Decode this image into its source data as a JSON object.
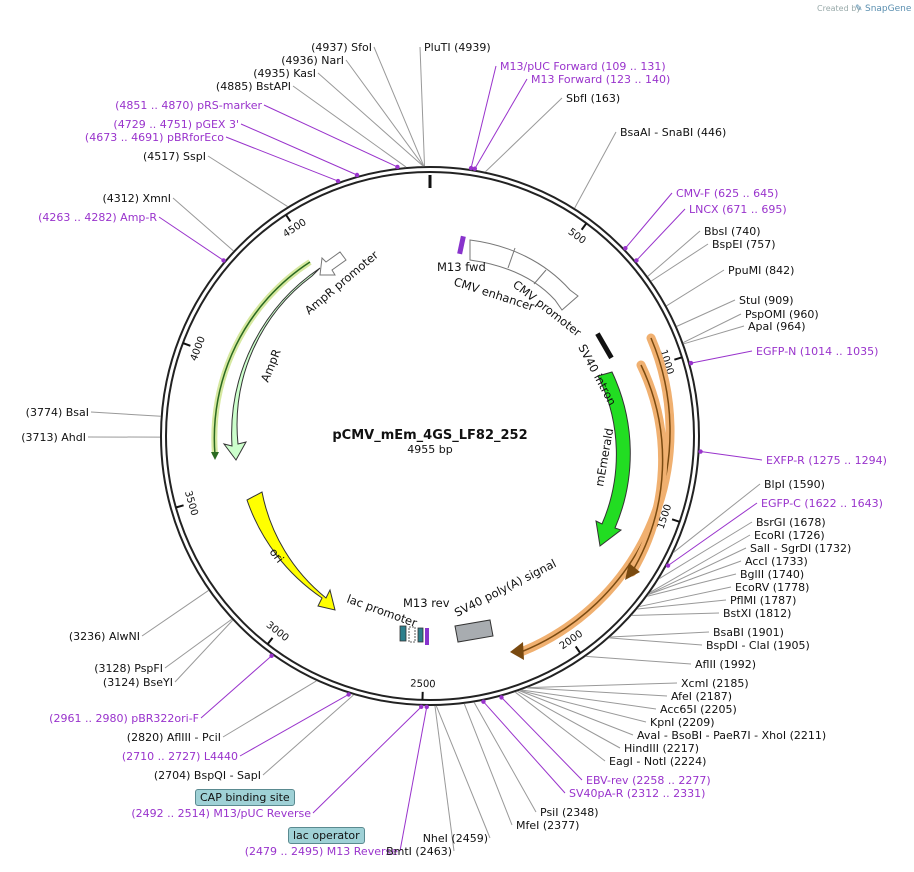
{
  "header": {
    "credit_prefix": "Created by",
    "credit_brand": "SnapGene"
  },
  "plasmid": {
    "name": "pCMV_mEm_4GS_LF82_252",
    "size_label": "4955 bp",
    "length": 4955
  },
  "colors": {
    "enzyme": "#111111",
    "primer": "#9933cc",
    "promoter": "#ffffff",
    "mEmerald": "#22dd22",
    "AmpR": "#ccffcc",
    "ori": "#ffff00",
    "polyA": "#a8acb0",
    "orange_outline": "#f0b070"
  },
  "ticks": [
    "500",
    "1000",
    "1500",
    "2000",
    "2500",
    "3000",
    "3500",
    "4000",
    "4500"
  ],
  "features": [
    {
      "label": "M13 fwd"
    },
    {
      "label": "CMV enhancer"
    },
    {
      "label": "CMV promoter"
    },
    {
      "label": "SV40 intron"
    },
    {
      "label": "mEmerald"
    },
    {
      "label": "SV40 poly(A) signal"
    },
    {
      "label": "M13 rev"
    },
    {
      "label": "lac promoter"
    },
    {
      "label": "ori"
    },
    {
      "label": "AmpR"
    },
    {
      "label": "AmpR promoter"
    }
  ],
  "boxed_labels": [
    {
      "label": "CAP binding site"
    },
    {
      "label": "lac operator"
    }
  ],
  "sites": [
    {
      "pos": 4937,
      "name": "SfoI",
      "type": "enzyme",
      "side": "left",
      "text": "(4937)  SfoI"
    },
    {
      "pos": 4939,
      "name": "PluTI",
      "type": "enzyme",
      "side": "right",
      "text": "PluTI   (4939)"
    },
    {
      "pos": 4936,
      "name": "NarI",
      "type": "enzyme",
      "side": "left",
      "text": "(4936)  NarI"
    },
    {
      "pos": 4935,
      "name": "KasI",
      "type": "enzyme",
      "side": "left",
      "text": "(4935)  KasI"
    },
    {
      "pos": 4885,
      "name": "BstAPI",
      "type": "enzyme",
      "side": "left",
      "text": "(4885)  BstAPI"
    },
    {
      "pos": 4860,
      "name": "pRS-marker",
      "type": "primer",
      "side": "left",
      "text": "(4851 .. 4870)  pRS-marker"
    },
    {
      "pos": 4740,
      "name": "pGEX 3'",
      "type": "primer",
      "side": "left",
      "text": "(4729 .. 4751)  pGEX 3'"
    },
    {
      "pos": 4682,
      "name": "pBRforEco",
      "type": "primer",
      "side": "left",
      "text": "(4673 .. 4691)  pBRforEco"
    },
    {
      "pos": 4517,
      "name": "SspI",
      "type": "enzyme",
      "side": "left",
      "text": "(4517)  SspI"
    },
    {
      "pos": 4312,
      "name": "XmnI",
      "type": "enzyme",
      "side": "left",
      "text": "(4312)  XmnI"
    },
    {
      "pos": 4272,
      "name": "Amp-R",
      "type": "primer",
      "side": "left",
      "text": "(4263 .. 4282)  Amp-R"
    },
    {
      "pos": 3774,
      "name": "BsaI",
      "type": "enzyme",
      "side": "left",
      "text": "(3774)  BsaI"
    },
    {
      "pos": 3713,
      "name": "AhdI",
      "type": "enzyme",
      "side": "left",
      "text": "(3713)  AhdI"
    },
    {
      "pos": 3236,
      "name": "AlwNI",
      "type": "enzyme",
      "side": "left",
      "text": "(3236)  AlwNI"
    },
    {
      "pos": 3128,
      "name": "PspFI",
      "type": "enzyme",
      "side": "left",
      "text": "(3128)  PspFI"
    },
    {
      "pos": 3124,
      "name": "BseYI",
      "type": "enzyme",
      "side": "left",
      "text": "(3124)  BseYI"
    },
    {
      "pos": 2970,
      "name": "pBR322ori-F",
      "type": "primer",
      "side": "left",
      "text": "(2961 .. 2980)  pBR322ori-F"
    },
    {
      "pos": 2820,
      "name": "AflIII - PciI",
      "type": "enzyme",
      "side": "left",
      "text": "(2820)  AflIII  -  PciI"
    },
    {
      "pos": 2718,
      "name": "L4440",
      "type": "primer",
      "side": "left",
      "text": "(2710 .. 2727)  L4440"
    },
    {
      "pos": 2704,
      "name": "BspQI - SapI",
      "type": "enzyme",
      "side": "left",
      "text": "(2704)  BspQI  -  SapI"
    },
    {
      "pos": 2503,
      "name": "M13/pUC Reverse",
      "type": "primer",
      "side": "left",
      "text": "(2492 .. 2514)  M13/pUC Reverse"
    },
    {
      "pos": 2487,
      "name": "M13 Reverse",
      "type": "primer",
      "side": "left",
      "text": "(2479 .. 2495)  M13 Reverse"
    },
    {
      "pos": 2463,
      "name": "BmtI",
      "type": "enzyme",
      "side": "left",
      "text": "BmtI  (2463)"
    },
    {
      "pos": 2459,
      "name": "NheI",
      "type": "enzyme",
      "side": "left",
      "text": "NheI  (2459)"
    },
    {
      "pos": 2377,
      "name": "MfeI",
      "type": "enzyme",
      "side": "right",
      "text": "MfeI  (2377)"
    },
    {
      "pos": 2348,
      "name": "PsiI",
      "type": "enzyme",
      "side": "right",
      "text": "PsiI   (2348)"
    },
    {
      "pos": 2321,
      "name": "SV40pA-R",
      "type": "primer",
      "side": "right",
      "text": "SV40pA-R   (2312 .. 2331)"
    },
    {
      "pos": 2267,
      "name": "EBV-rev",
      "type": "primer",
      "side": "right",
      "text": "EBV-rev   (2258 .. 2277)"
    },
    {
      "pos": 2224,
      "name": "EagI - NotI",
      "type": "enzyme",
      "side": "right",
      "text": "EagI  -  NotI   (2224)"
    },
    {
      "pos": 2217,
      "name": "HindIII",
      "type": "enzyme",
      "side": "right",
      "text": "HindIII   (2217)"
    },
    {
      "pos": 2211,
      "name": "AvaI - BsoBI - PaeR7I - XhoI",
      "type": "enzyme",
      "side": "right",
      "text": "AvaI  -  BsoBI  -  PaeR7I  -  XhoI   (2211)"
    },
    {
      "pos": 2209,
      "name": "KpnI",
      "type": "enzyme",
      "side": "right",
      "text": "KpnI   (2209)"
    },
    {
      "pos": 2205,
      "name": "Acc65I",
      "type": "enzyme",
      "side": "right",
      "text": "Acc65I   (2205)"
    },
    {
      "pos": 2187,
      "name": "AfeI",
      "type": "enzyme",
      "side": "right",
      "text": "AfeI   (2187)"
    },
    {
      "pos": 2185,
      "name": "XcmI",
      "type": "enzyme",
      "side": "right",
      "text": "XcmI   (2185)"
    },
    {
      "pos": 1992,
      "name": "AflII",
      "type": "enzyme",
      "side": "right",
      "text": "AflII   (1992)"
    },
    {
      "pos": 1905,
      "name": "BspDI - ClaI",
      "type": "enzyme",
      "side": "right",
      "text": "BspDI  -  ClaI   (1905)"
    },
    {
      "pos": 1901,
      "name": "BsaBI",
      "type": "enzyme",
      "side": "right",
      "text": "BsaBI   (1901)"
    },
    {
      "pos": 1812,
      "name": "BstXI",
      "type": "enzyme",
      "side": "right",
      "text": "BstXI   (1812)"
    },
    {
      "pos": 1787,
      "name": "PflMI",
      "type": "enzyme",
      "side": "right",
      "text": "PflMI   (1787)"
    },
    {
      "pos": 1778,
      "name": "EcoRV",
      "type": "enzyme",
      "side": "right",
      "text": "EcoRV   (1778)"
    },
    {
      "pos": 1740,
      "name": "BglII",
      "type": "enzyme",
      "side": "right",
      "text": "BglII   (1740)"
    },
    {
      "pos": 1733,
      "name": "AccI",
      "type": "enzyme",
      "side": "right",
      "text": "AccI   (1733)"
    },
    {
      "pos": 1732,
      "name": "SalI - SgrDI",
      "type": "enzyme",
      "side": "right",
      "text": "SalI  -  SgrDI   (1732)"
    },
    {
      "pos": 1726,
      "name": "EcoRI",
      "type": "enzyme",
      "side": "right",
      "text": "EcoRI   (1726)"
    },
    {
      "pos": 1678,
      "name": "BsrGI",
      "type": "enzyme",
      "side": "right",
      "text": "BsrGI   (1678)"
    },
    {
      "pos": 1632,
      "name": "EGFP-C",
      "type": "primer",
      "side": "right",
      "text": "EGFP-C   (1622 .. 1643)"
    },
    {
      "pos": 1590,
      "name": "BlpI",
      "type": "enzyme",
      "side": "right",
      "text": "BlpI   (1590)"
    },
    {
      "pos": 1284,
      "name": "EXFP-R",
      "type": "primer",
      "side": "right",
      "text": "EXFP-R   (1275 .. 1294)"
    },
    {
      "pos": 1024,
      "name": "EGFP-N",
      "type": "primer",
      "side": "right",
      "text": "EGFP-N   (1014 .. 1035)"
    },
    {
      "pos": 964,
      "name": "ApaI",
      "type": "enzyme",
      "side": "right",
      "text": "ApaI   (964)"
    },
    {
      "pos": 960,
      "name": "PspOMI",
      "type": "enzyme",
      "side": "right",
      "text": "PspOMI   (960)"
    },
    {
      "pos": 909,
      "name": "StuI",
      "type": "enzyme",
      "side": "right",
      "text": "StuI   (909)"
    },
    {
      "pos": 842,
      "name": "PpuMI",
      "type": "enzyme",
      "side": "right",
      "text": "PpuMI   (842)"
    },
    {
      "pos": 757,
      "name": "BspEI",
      "type": "enzyme",
      "side": "right",
      "text": "BspEI   (757)"
    },
    {
      "pos": 740,
      "name": "BbsI",
      "type": "enzyme",
      "side": "right",
      "text": "BbsI   (740)"
    },
    {
      "pos": 683,
      "name": "LNCX",
      "type": "primer",
      "side": "right",
      "text": "LNCX   (671 .. 695)"
    },
    {
      "pos": 635,
      "name": "CMV-F",
      "type": "primer",
      "side": "right",
      "text": "CMV-F   (625 .. 645)"
    },
    {
      "pos": 446,
      "name": "BsaAI - SnaBI",
      "type": "enzyme",
      "side": "right",
      "text": "BsaAI  -  SnaBI   (446)"
    },
    {
      "pos": 163,
      "name": "SbfI",
      "type": "enzyme",
      "side": "right",
      "text": "SbfI   (163)"
    },
    {
      "pos": 131,
      "name": "M13 Forward",
      "type": "primer",
      "side": "right",
      "text": "M13 Forward   (123 .. 140)"
    },
    {
      "pos": 120,
      "name": "M13/pUC Forward",
      "type": "primer",
      "side": "right",
      "text": "M13/pUC Forward   (109 .. 131)"
    }
  ]
}
